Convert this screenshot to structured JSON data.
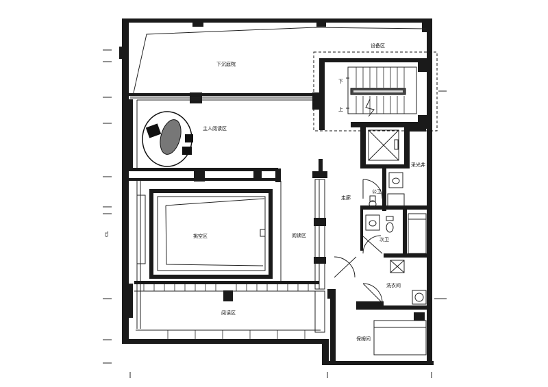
{
  "rooms": {
    "sunken_courtyard": "下沉庭院",
    "equipment_area": "设备区",
    "stair_down": "下",
    "stair_up": "上",
    "owner_reading_area": "主人阅读区",
    "light_well": "采光井",
    "public_wc": "公卫",
    "corridor": "走廊",
    "void_area": "挑空区",
    "reading_area_right": "阅读区",
    "secondary_wc": "次卫",
    "laundry_room": "洗衣间",
    "nanny_room": "保姆间",
    "reading_area_bottom": "阅读区"
  },
  "side_mark": "CL"
}
